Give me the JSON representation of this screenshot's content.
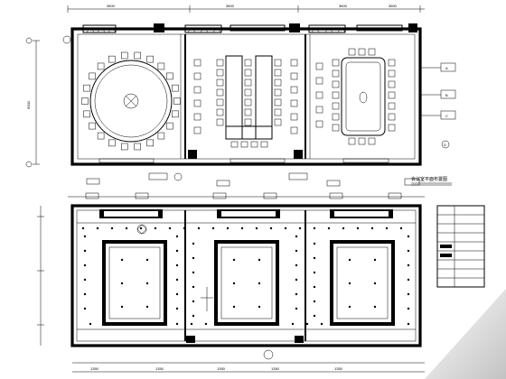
{
  "plan_title_tag": "会议室平面布置图",
  "top_dimensions": [
    "3600",
    "3600",
    "3600",
    "3600"
  ],
  "bottom_dimensions": [
    "1350",
    "1350",
    "1350",
    "1350",
    "1350"
  ],
  "left_dimension": "6000",
  "side_tags": [
    "A",
    "B",
    "C",
    "D"
  ],
  "title_block_rows": [
    "",
    "",
    "",
    "",
    "",
    "",
    "",
    "",
    ""
  ],
  "colors": {
    "line": "#000000",
    "fill": "#000000",
    "paper": "#ffffff"
  }
}
